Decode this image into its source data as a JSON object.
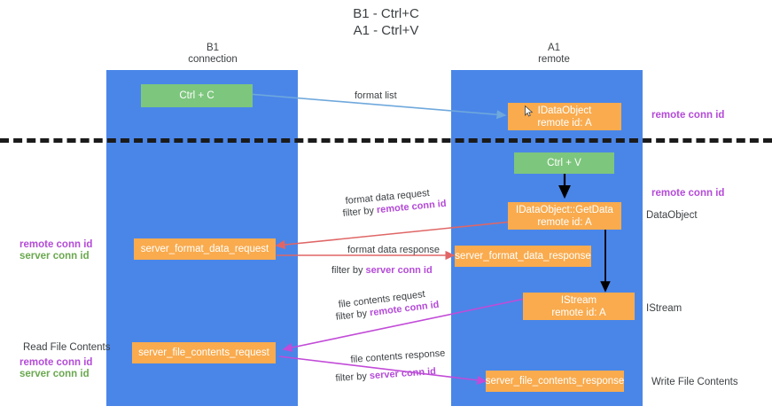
{
  "title": {
    "line1": "B1 - Ctrl+C",
    "line2": "A1 - Ctrl+V"
  },
  "columns": [
    {
      "name": "B1",
      "subtitle": "connection"
    },
    {
      "name": "A1",
      "subtitle": "remote"
    }
  ],
  "colors": {
    "lane": "#4a86e8",
    "green_node": "#7dc67d",
    "orange_node": "#f9ab4e",
    "purple_text": "#b44bd8",
    "green_text": "#6aa84f",
    "blue_arrow": "#6fa8dc",
    "red_arrow": "#e06666",
    "black_arrow": "#000000",
    "magenta_arrow": "#c24bd8",
    "divider": "#1b1b1b"
  },
  "nodes": {
    "ctrl_c": "Ctrl + C",
    "ctrl_v": "Ctrl + V",
    "idataobject": "IDataObject",
    "idataobject_sub": "remote id: A",
    "getdata": "IDataObject::GetData",
    "getdata_sub": "remote id: A",
    "istream": "IStream",
    "istream_sub": "remote id: A",
    "server_format_data_request": "server_format_data_request",
    "server_format_data_response": "server_format_data_response",
    "server_file_contents_request": "server_file_contents_request",
    "server_file_contents_response": "server_file_contents_response"
  },
  "edge_labels": {
    "format_list": "format list",
    "format_data_request": "format data request",
    "format_data_request_filter_prefix": "filter by ",
    "format_data_request_filter_key": "remote conn id",
    "format_data_response": "format data response",
    "format_data_response_filter_prefix": "filter by ",
    "format_data_response_filter_key": "server conn id",
    "file_contents_request": "file contents request",
    "file_contents_request_filter_prefix": "filter by ",
    "file_contents_request_filter_key": "remote conn id",
    "file_contents_response": "file contents response",
    "file_contents_response_filter_prefix": "filter by ",
    "file_contents_response_filter_key": "server conn id"
  },
  "annotations": {
    "right_remote_conn_id_top": "remote conn id",
    "right_remote_conn_id_mid": "remote conn id",
    "right_dataobject": "DataObject",
    "right_istream": "IStream",
    "right_write_file_contents": "Write File Contents",
    "left_remote_conn_id": "remote conn id",
    "left_server_conn_id": "server conn id",
    "left_read_file_contents": "Read File Contents",
    "left_remote_conn_id_2": "remote conn id",
    "left_server_conn_id_2": "server conn id"
  },
  "icons": {
    "cursor": "mouse-cursor-icon"
  }
}
